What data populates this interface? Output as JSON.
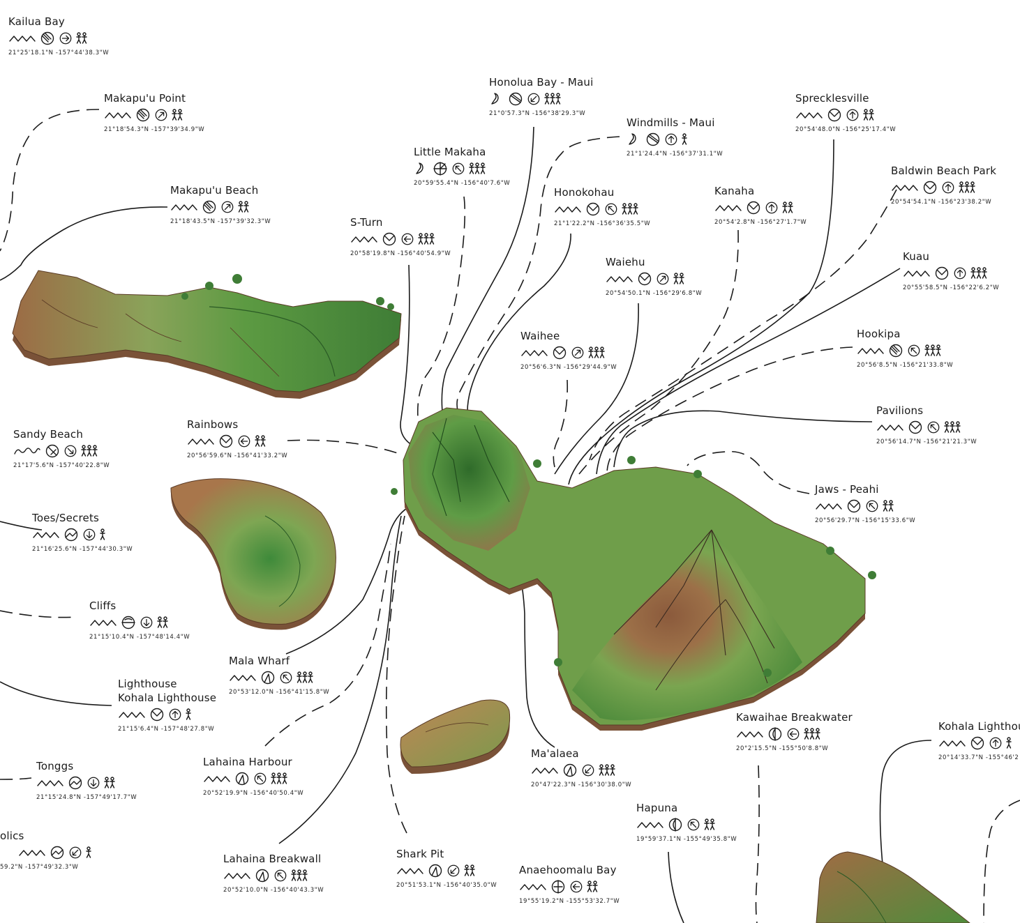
{
  "palette": {
    "line": "#1a1a1a",
    "land_green": "#6aa84f",
    "land_dark": "#2f6b2a",
    "land_brown": "#9c6b45",
    "cliff": "#7a5238"
  },
  "spots": [
    {
      "id": "kailua-bay",
      "name": "Kailua Bay",
      "coords": "21°25'18.1\"N -157°44'38.3\"W",
      "wave": "zigzag",
      "bottom": "reef",
      "dir": "right",
      "crowd": 2
    },
    {
      "id": "makapuu-point",
      "name": "Makapu'u Point",
      "coords": "21°18'54.3\"N -157°39'34.9\"W",
      "wave": "zigzag",
      "bottom": "reef",
      "dir": "up-right",
      "crowd": 2
    },
    {
      "id": "makapuu-beach",
      "name": "Makapu'u Beach",
      "coords": "21°18'43.5\"N -157°39'32.3\"W",
      "wave": "zigzag",
      "bottom": "reef",
      "dir": "up-right",
      "crowd": 2
    },
    {
      "id": "sandy-beach",
      "name": "Sandy Beach",
      "coords": "21°17'5.6\"N -157°40'22.8\"W",
      "wave": "wave",
      "bottom": "beach",
      "dir": "down-right",
      "crowd": 3
    },
    {
      "id": "toes-secrets",
      "name": "Toes/Secrets",
      "coords": "21°16'25.6\"N -157°44'30.3\"W",
      "wave": "zigzag",
      "bottom": "reefrock",
      "dir": "down",
      "crowd": 1
    },
    {
      "id": "cliffs",
      "name": "Cliffs",
      "coords": "21°15'10.4\"N -157°48'14.4\"W",
      "wave": "zigzag",
      "bottom": "rock",
      "dir": "down",
      "crowd": 2
    },
    {
      "id": "lighthouse",
      "name": "Lighthouse",
      "name2": "Kohala Lighthouse",
      "coords": "21°15'6.4\"N -157°48'27.8\"W",
      "wave": "zigzag",
      "bottom": "beachreef",
      "dir": "up",
      "crowd": 1
    },
    {
      "id": "tonggs",
      "name": "Tonggs",
      "coords": "21°15'24.8\"N -157°49'17.7\"W",
      "wave": "zigzag",
      "bottom": "reefrock",
      "dir": "down",
      "crowd": 2
    },
    {
      "id": "publics",
      "name": "olics",
      "coords": "59.2\"N -157°49'32.3\"W",
      "wave": "zigzag",
      "bottom": "reefrock",
      "dir": "down-left",
      "crowd": 1
    },
    {
      "id": "rainbows",
      "name": "Rainbows",
      "coords": "20°56'59.6\"N -156°41'33.2\"W",
      "wave": "zigzag",
      "bottom": "beachreef",
      "dir": "left",
      "crowd": 2
    },
    {
      "id": "s-turn",
      "name": "S-Turn",
      "coords": "20°58'19.8\"N -156°40'54.9\"W",
      "wave": "zigzag",
      "bottom": "beachreef",
      "dir": "left",
      "crowd": 3
    },
    {
      "id": "little-makaha",
      "name": "Little Makaha",
      "coords": "20°59'55.4\"N -156°40'7.6\"W",
      "wave": "point",
      "bottom": "pointbreak",
      "dir": "up-left",
      "crowd": 3
    },
    {
      "id": "honolua-bay",
      "name": "Honolua Bay - Maui",
      "coords": "21°0'57.3\"N -156°38'29.3\"W",
      "wave": "point",
      "bottom": "reefpoint",
      "dir": "down-left",
      "crowd": 3
    },
    {
      "id": "windmills",
      "name": "Windmills - Maui",
      "coords": "21°1'24.4\"N -156°37'31.1\"W",
      "wave": "point",
      "bottom": "reefpoint",
      "dir": "up",
      "crowd": 1
    },
    {
      "id": "honokohau",
      "name": "Honokohau",
      "coords": "21°1'22.2\"N -156°36'35.5\"W",
      "wave": "zigzag",
      "bottom": "beachreef",
      "dir": "up-left",
      "crowd": 3
    },
    {
      "id": "waihee",
      "name": "Waihee",
      "coords": "20°56'6.3\"N -156°29'44.9\"W",
      "wave": "zigzag",
      "bottom": "beachreef",
      "dir": "up-right",
      "crowd": 3
    },
    {
      "id": "waiehu",
      "name": "Waiehu",
      "coords": "20°54'50.1\"N -156°29'6.8\"W",
      "wave": "zigzag",
      "bottom": "beachreef",
      "dir": "up-right",
      "crowd": 2
    },
    {
      "id": "kanaha",
      "name": "Kanaha",
      "coords": "20°54'2.8\"N -156°27'1.7\"W",
      "wave": "zigzag",
      "bottom": "beachreef",
      "dir": "up",
      "crowd": 2
    },
    {
      "id": "sprecklesville",
      "name": "Sprecklesville",
      "coords": "20°54'48.0\"N -156°25'17.4\"W",
      "wave": "zigzag",
      "bottom": "beachreef",
      "dir": "up",
      "crowd": 2
    },
    {
      "id": "baldwin",
      "name": "Baldwin Beach Park",
      "coords": "20°54'54.1\"N -156°23'38.2\"W",
      "wave": "zigzag",
      "bottom": "beachreef",
      "dir": "up",
      "crowd": 3
    },
    {
      "id": "kuau",
      "name": "Kuau",
      "coords": "20°55'58.5\"N -156°22'6.2\"W",
      "wave": "zigzag",
      "bottom": "beachreef",
      "dir": "up",
      "crowd": 3
    },
    {
      "id": "hookipa",
      "name": "Hookipa",
      "coords": "20°56'8.5\"N -156°21'33.8\"W",
      "wave": "zigzag",
      "bottom": "reef",
      "dir": "up-left",
      "crowd": 3
    },
    {
      "id": "pavilions",
      "name": "Pavilions",
      "coords": "20°56'14.7\"N -156°21'21.3\"W",
      "wave": "zigzag",
      "bottom": "beachreef",
      "dir": "up-left",
      "crowd": 3
    },
    {
      "id": "jaws",
      "name": "Jaws - Peahi",
      "coords": "20°56'29.7\"N -156°15'33.6\"W",
      "wave": "zigzag",
      "bottom": "beachreef",
      "dir": "up-left",
      "crowd": 2
    },
    {
      "id": "mala-wharf",
      "name": "Mala Wharf",
      "coords": "20°53'12.0\"N -156°41'15.8\"W",
      "wave": "zigzag",
      "bottom": "peak",
      "dir": "up-left",
      "crowd": 3
    },
    {
      "id": "lahaina-harbour",
      "name": "Lahaina Harbour",
      "coords": "20°52'19.9\"N -156°40'50.4\"W",
      "wave": "zigzag",
      "bottom": "peak",
      "dir": "up-left",
      "crowd": 3
    },
    {
      "id": "lahaina-breakwall",
      "name": "Lahaina Breakwall",
      "coords": "20°52'10.0\"N -156°40'43.3\"W",
      "wave": "zigzag",
      "bottom": "peak",
      "dir": "up-left",
      "crowd": 3
    },
    {
      "id": "maalaea",
      "name": "Ma'alaea",
      "coords": "20°47'22.3\"N -156°30'38.0\"W",
      "wave": "zigzag",
      "bottom": "peak",
      "dir": "down-left",
      "crowd": 3
    },
    {
      "id": "shark-pit",
      "name": "Shark Pit",
      "coords": "20°51'53.1\"N -156°40'35.0\"W",
      "wave": "zigzag",
      "bottom": "peak",
      "dir": "down-left",
      "crowd": 2
    },
    {
      "id": "kawaihae",
      "name": "Kawaihae Breakwater",
      "coords": "20°2'15.5\"N -155°50'8.8\"W",
      "wave": "zigzag",
      "bottom": "halfcircle",
      "dir": "left",
      "crowd": 3
    },
    {
      "id": "kohala",
      "name": "Kohala Lighthou",
      "coords": "20°14'33.7\"N -155°46'2",
      "wave": "zigzag",
      "bottom": "beachreef",
      "dir": "up",
      "crowd": 1
    },
    {
      "id": "hapuna",
      "name": "Hapuna",
      "coords": "19°59'37.1\"N -155°49'35.8\"W",
      "wave": "zigzag",
      "bottom": "halfcircle",
      "dir": "up-left",
      "crowd": 2
    },
    {
      "id": "anaehoomalu",
      "name": "Anaehoomalu Bay",
      "coords": "19°55'19.2\"N -155°53'32.7\"W",
      "wave": "zigzag",
      "bottom": "quarter",
      "dir": "left",
      "crowd": 2
    }
  ]
}
